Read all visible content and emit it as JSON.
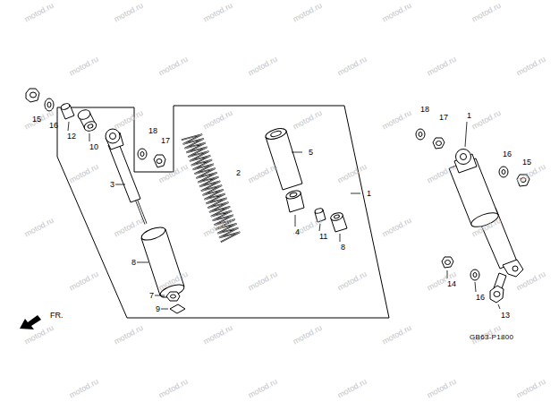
{
  "diagram": {
    "labels": [
      "15",
      "16",
      "12",
      "10",
      "18",
      "17",
      "3",
      "2",
      "5",
      "1",
      "4",
      "11",
      "8",
      "8",
      "7",
      "9",
      "FR.",
      "18",
      "17",
      "1",
      "16",
      "15",
      "14",
      "16",
      "13",
      "GB63-P1800",
      "motod.ru",
      "motod.ru",
      "motod.ru",
      "motod.ru",
      "motod.ru",
      "motod.ru",
      "motod.ru",
      "motod.ru",
      "motod.ru",
      "motod.ru",
      "motod.ru",
      "motod.ru",
      "motod.ru",
      "motod.ru",
      "motod.ru",
      "motod.ru",
      "motod.ru",
      "motod.ru",
      "motod.ru",
      "motod.ru",
      "motod.ru",
      "motod.ru",
      "motod.ru",
      "motod.ru",
      "motod.ru",
      "motod.ru",
      "motod.ru",
      "motod.ru",
      "motod.ru",
      "motod.ru",
      "motod.ru",
      "motod.ru",
      "motod.ru",
      "motod.ru",
      "motod.ru",
      "motod.ru",
      "motod.ru",
      "motod.ru",
      "motod.ru",
      "motod.ru",
      "motod.ru",
      "motod.ru",
      "motod.ru",
      "motod.ru",
      "motod.ru",
      "motod.ru",
      "motod.ru",
      "motod.ru"
    ]
  }
}
